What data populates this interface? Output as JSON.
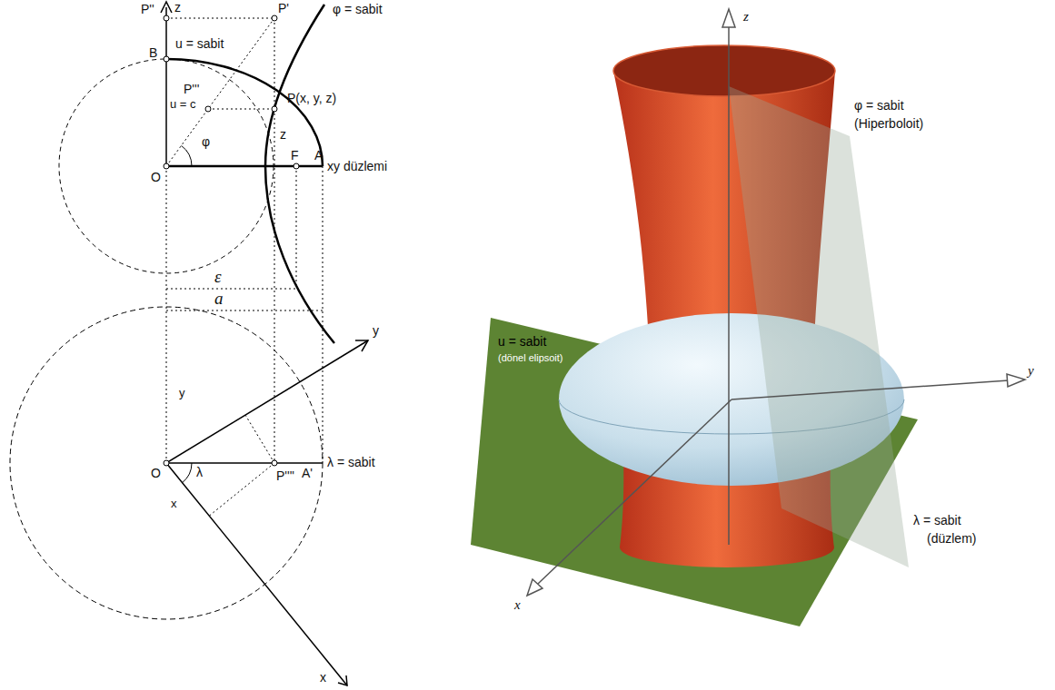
{
  "diagram": {
    "labels": [
      "z",
      "P''",
      "P'",
      "φ = sabit",
      "B",
      "u = sabit",
      "P'''",
      "P(x, y, z)",
      "u = c",
      "z",
      "φ",
      "O",
      "F",
      "A",
      "xy düzlemi",
      "ε",
      "a",
      "y",
      "y",
      "O",
      "λ",
      "λ = sabit",
      "x",
      "P''''",
      "A'",
      "x",
      "z",
      "φ = sabit",
      "(Hiperboloit)",
      "u = sabit",
      "(dönel elipsoit)",
      "y",
      "x",
      "λ = sabit",
      "(düzlem)"
    ]
  }
}
